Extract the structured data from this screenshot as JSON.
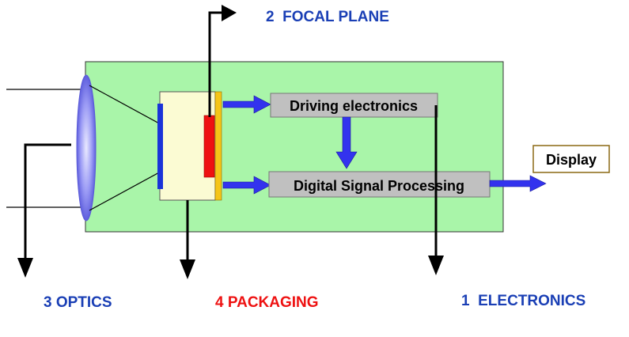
{
  "labels": {
    "focal_plane": "2  FOCAL PLANE",
    "optics": "3 OPTICS",
    "packaging": "4 PACKAGING",
    "electronics": "1  ELECTRONICS"
  },
  "blocks": {
    "driving": "Driving electronics",
    "dsp": "Digital Signal Processing",
    "display": "Display"
  },
  "colors": {
    "board": "#a9f5a9",
    "block": "#c0c0c0",
    "package": "#fbfbd3",
    "arrow": "#3333ee",
    "detector": "#ee1111",
    "substrate": "#f5c518",
    "lens": "#7d7df0",
    "blue_label": "#1a3fb5",
    "red_label": "#ee1111"
  }
}
